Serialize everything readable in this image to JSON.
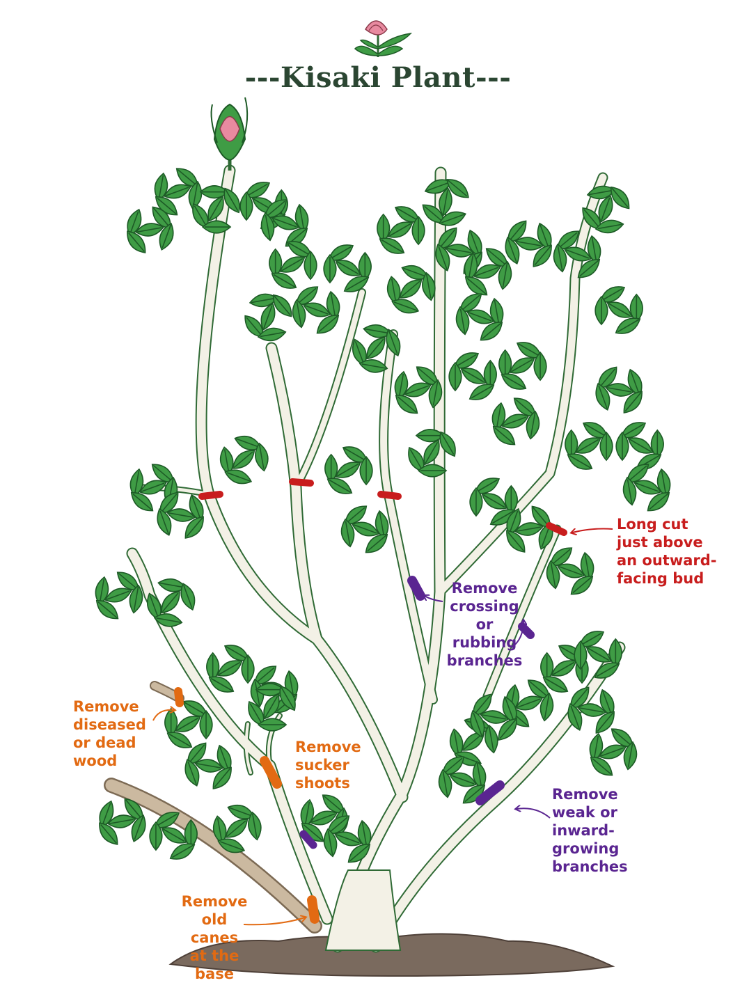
{
  "title": "---Kisaki Plant---",
  "colors": {
    "red": "#c81d1d",
    "purple": "#5a2591",
    "orange": "#e26a12",
    "leaf": "#3f9c45",
    "leaf_edge": "#1d5a26",
    "stem": "#f3f1e6",
    "stem_edge": "#2f6a35",
    "dead_wood": "#cbb9a0",
    "soil": "#7a6a5e",
    "title": "#2b4632"
  },
  "annotations": {
    "long_cut": "Long cut\njust above\nan outward-\nfacing bud",
    "crossing": "Remove\ncrossing or\nrubbing\nbranches",
    "diseased": "Remove\ndiseased\nor dead\nwood",
    "sucker": "Remove\nsucker\nshoots",
    "weak": "Remove\nweak or\ninward-\ngrowing\nbranches",
    "old_canes": "Remove\nold canes\nat the base"
  },
  "icons": {
    "logo": "rose-sprig-icon",
    "bud": "rose-bud-icon",
    "arrow": "curved-arrow-icon"
  }
}
